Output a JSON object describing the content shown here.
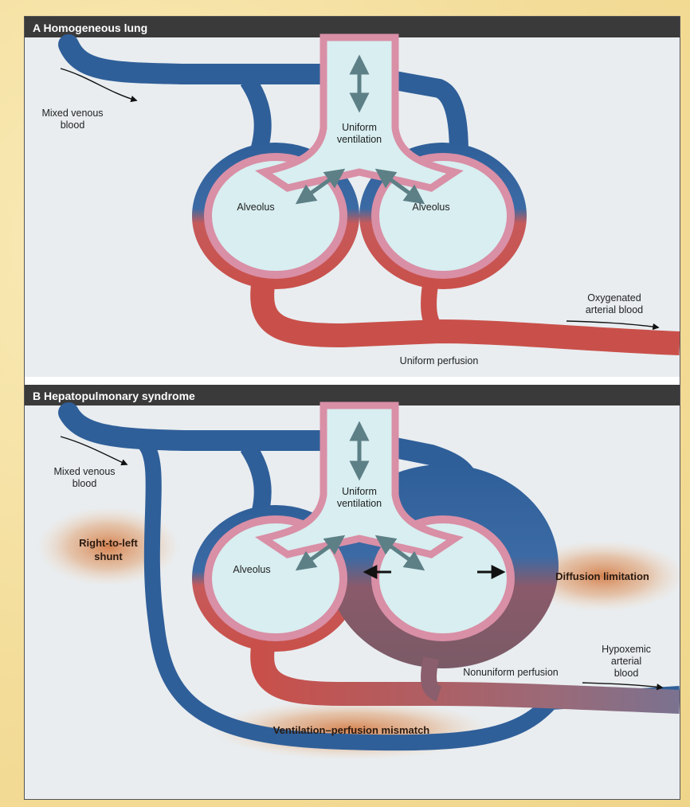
{
  "panel_a": {
    "header": "A  Homogeneous lung",
    "mixed_venous": [
      "Mixed venous",
      "blood"
    ],
    "uniform_ventilation": [
      "Uniform",
      "ventilation"
    ],
    "alveolus_left": "Alveolus",
    "alveolus_right": "Alveolus",
    "oxygenated": [
      "Oxygenated",
      "arterial blood"
    ],
    "uniform_perfusion": "Uniform perfusion"
  },
  "panel_b": {
    "header": "B  Hepatopulmonary syndrome",
    "mixed_venous": [
      "Mixed venous",
      "blood"
    ],
    "uniform_ventilation": [
      "Uniform",
      "ventilation"
    ],
    "alveolus": "Alveolus",
    "shunt": [
      "Right-to-left",
      "shunt"
    ],
    "diffusion": "Diffusion limitation",
    "nonuniform_perfusion": "Nonuniform perfusion",
    "hypoxemic": [
      "Hypoxemic",
      "arterial",
      "blood"
    ],
    "vq_mismatch": "Ventilation–perfusion mismatch"
  },
  "colors": {
    "venous": "#2f5f99",
    "arterial": "#c9504a",
    "mixed": "#7a6a85",
    "alveolus": "#d8eef0",
    "wall": "#d98fa6",
    "panel_bg": "#e9edf0",
    "header_bg": "#3a3a3a",
    "arrow": "#5d7f86",
    "glow": "#d88a58"
  }
}
